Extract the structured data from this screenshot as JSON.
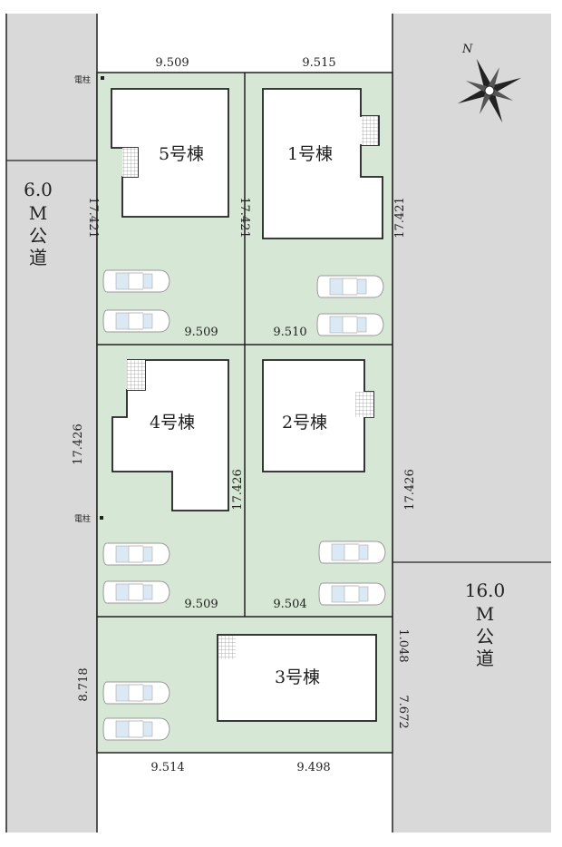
{
  "colors": {
    "road": "#d9d9d9",
    "lot": "#d6e7d5",
    "line": "#222222",
    "building": "#ffffff"
  },
  "roads": {
    "west": {
      "width": "6.0",
      "unit": "M",
      "label": "公道"
    },
    "east": {
      "width": "16.0",
      "unit": "M",
      "label": "公道"
    }
  },
  "utility_pole_label": "電柱",
  "compass": {
    "label": "N",
    "icon": "north-arrow-icon"
  },
  "buildings": [
    {
      "label": "5号棟"
    },
    {
      "label": "1号棟"
    },
    {
      "label": "4号棟"
    },
    {
      "label": "2号棟"
    },
    {
      "label": "3号棟"
    }
  ],
  "dimensions": {
    "top_left": "9.509",
    "top_right": "9.515",
    "lot5_left": "17.421",
    "lot5_1_shared": "17.421",
    "lot1_right": "17.421",
    "lot5_bottom": "9.509",
    "lot1_bottom": "9.510",
    "lot4_left": "17.426",
    "lot4_2_shared": "17.426",
    "lot2_right": "17.426",
    "lot4_bottom": "9.509",
    "lot2_bottom": "9.504",
    "lot3_left": "8.718",
    "lot3_right_upper": "1.048",
    "lot3_right_lower": "7.672",
    "bottom_left": "9.514",
    "bottom_right": "9.498"
  }
}
